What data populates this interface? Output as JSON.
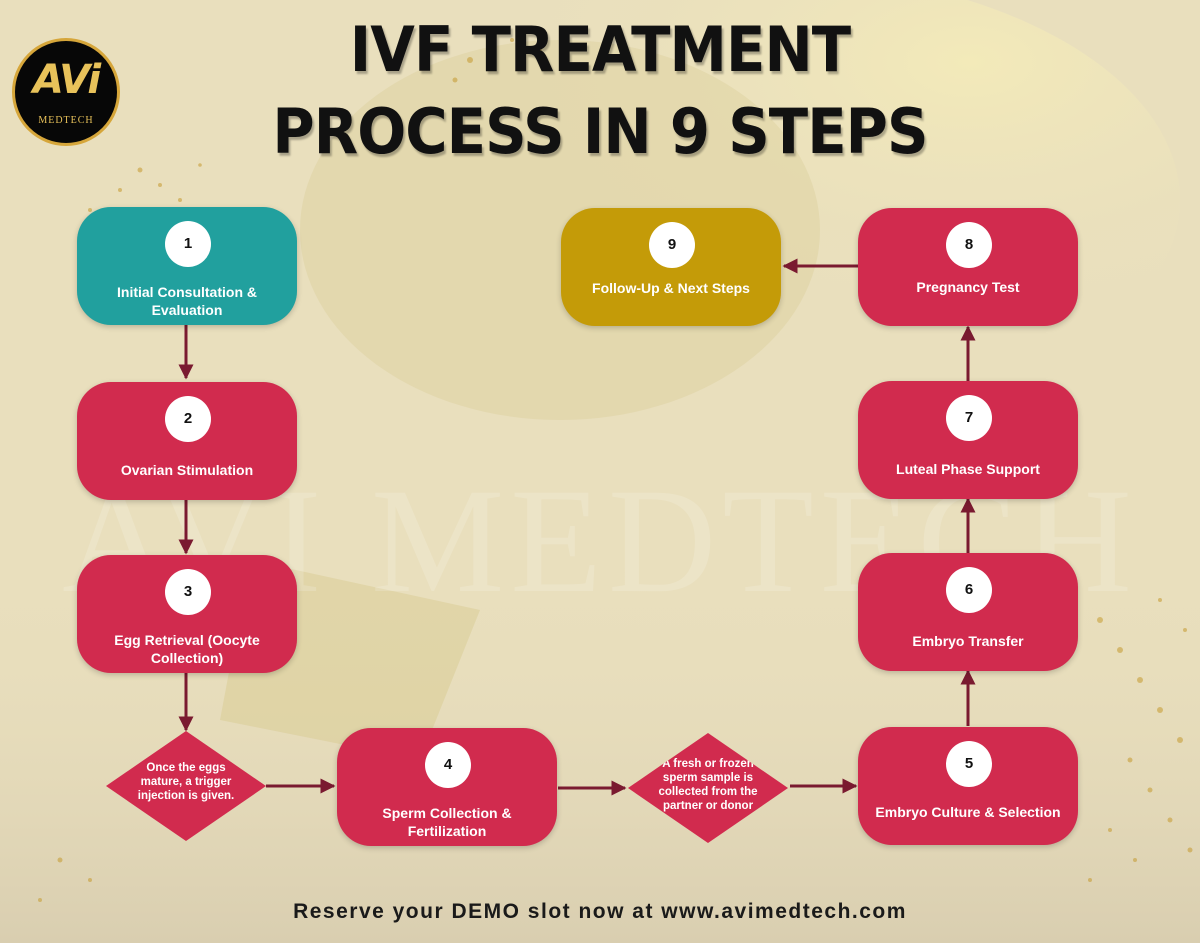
{
  "title": {
    "line1": "IVF TREATMENT",
    "line2": "PROCESS IN  9 STEPS"
  },
  "logo": {
    "mark": "AVi",
    "text": "MEDTECH"
  },
  "watermark": "AVI MEDTECH",
  "colors": {
    "teal": "#21a09e",
    "crimson": "#d12b4e",
    "gold": "#c49b08",
    "arrow": "#7a1a30"
  },
  "steps": [
    {
      "num": "1",
      "label": "Initial Consultation & Evaluation"
    },
    {
      "num": "2",
      "label": "Ovarian Stimulation"
    },
    {
      "num": "3",
      "label": "Egg Retrieval (Oocyte Collection)"
    },
    {
      "num": "4",
      "label": "Sperm Collection & Fertilization"
    },
    {
      "num": "5",
      "label": "Embryo Culture & Selection"
    },
    {
      "num": "6",
      "label": "Embryo Transfer"
    },
    {
      "num": "7",
      "label": "Luteal Phase Support"
    },
    {
      "num": "8",
      "label": "Pregnancy Test"
    },
    {
      "num": "9",
      "label": "Follow-Up & Next Steps"
    }
  ],
  "notes": [
    {
      "text": "Once the eggs mature, a trigger injection is given."
    },
    {
      "text": "A fresh or frozen sperm sample is collected from the partner or donor"
    }
  ],
  "footer": "Reserve your DEMO slot now at www.avimedtech.com"
}
